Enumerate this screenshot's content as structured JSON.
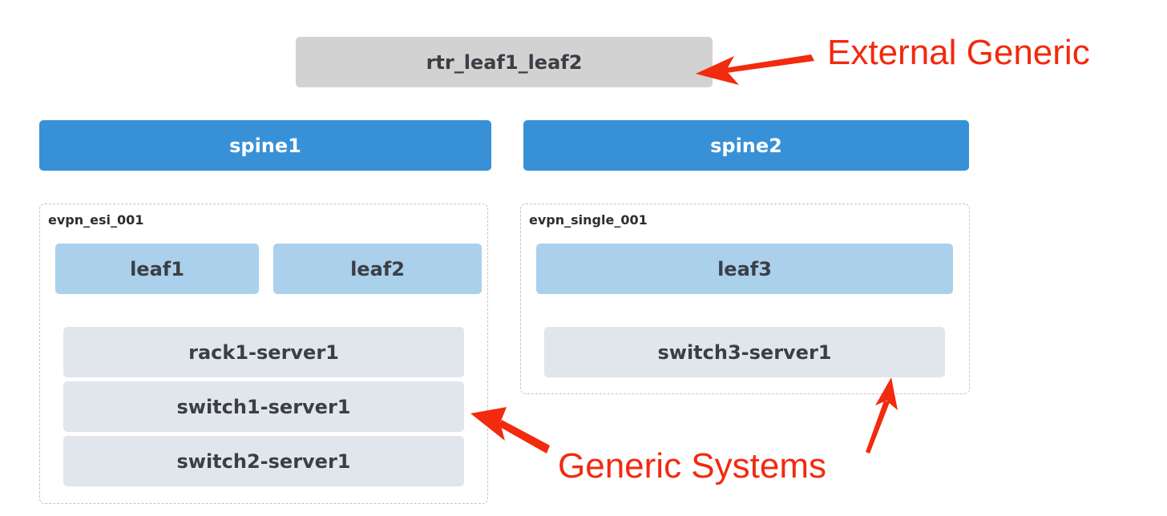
{
  "colors": {
    "external": "#d2d2d2",
    "spine": "#3891d7",
    "leaf": "#aad0ec",
    "server": "#e1e5ec",
    "annotation": "#f22a0e",
    "group_border": "#c2c2c2"
  },
  "external": {
    "label": "rtr_leaf1_leaf2"
  },
  "spines": [
    {
      "label": "spine1"
    },
    {
      "label": "spine2"
    }
  ],
  "groups": [
    {
      "label": "evpn_esi_001",
      "leaves": [
        {
          "label": "leaf1"
        },
        {
          "label": "leaf2"
        }
      ],
      "servers": [
        {
          "label": "rack1-server1"
        },
        {
          "label": "switch1-server1"
        },
        {
          "label": "switch2-server1"
        }
      ]
    },
    {
      "label": "evpn_single_001",
      "leaves": [
        {
          "label": "leaf3"
        }
      ],
      "servers": [
        {
          "label": "switch3-server1"
        }
      ]
    }
  ],
  "annotations": {
    "external_generic": "External Generic",
    "generic_systems": "Generic Systems"
  }
}
